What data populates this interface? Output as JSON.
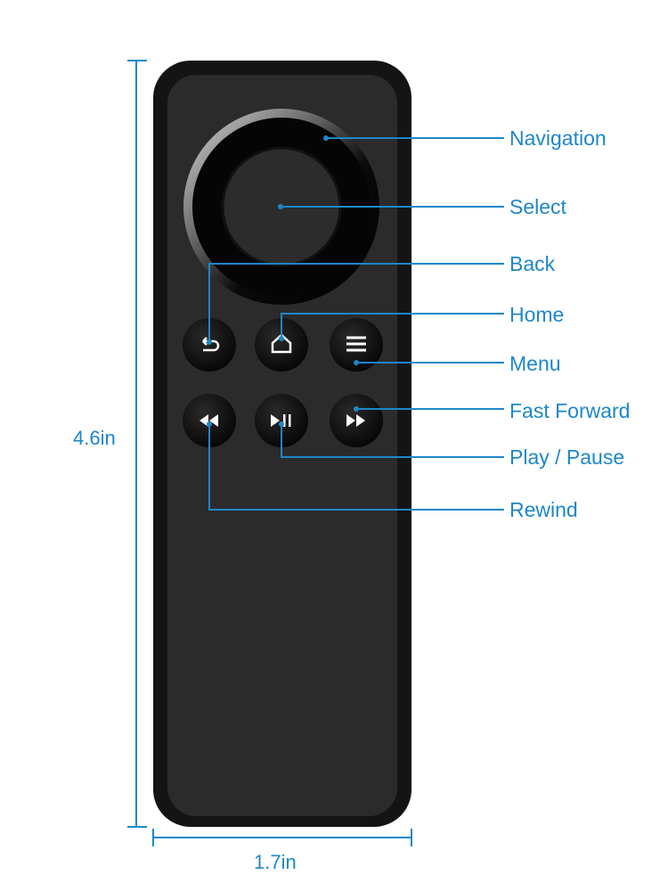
{
  "labels": {
    "navigation": "Navigation",
    "select": "Select",
    "back": "Back",
    "home": "Home",
    "menu": "Menu",
    "fast_forward": "Fast Forward",
    "play_pause": "Play / Pause",
    "rewind": "Rewind"
  },
  "dimensions": {
    "height": "4.6in",
    "width": "1.7in"
  },
  "colors": {
    "accent": "#1d87c9",
    "remote_body": "#1c1c1c"
  }
}
